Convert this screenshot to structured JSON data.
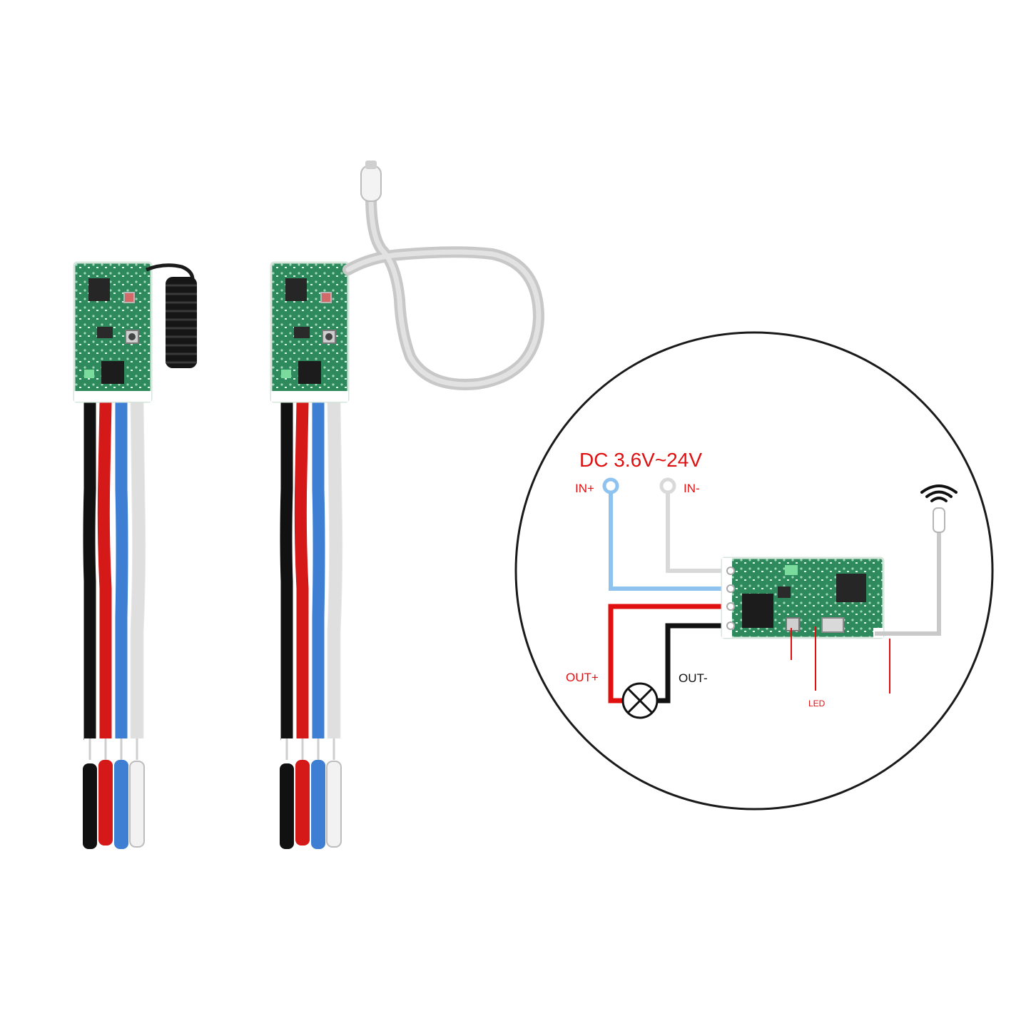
{
  "diagram": {
    "supply_label": "DC 3.6V~24V",
    "in_plus_label": "IN+",
    "in_minus_label": "IN-",
    "out_plus_label": "OUT+",
    "out_minus_label": "OUT-",
    "led_label": "LED"
  },
  "colors": {
    "pcb": "#1f7a4d",
    "pcb_light": "#7fc8a0",
    "wire_black": "#1a1a1a",
    "wire_red": "#e01010",
    "wire_blue": "#3f7fd8",
    "wire_white": "#f4f4f4",
    "diagram_blue": "#8ec3f0",
    "diagram_grey": "#d9d9d9",
    "label_red": "#e01010",
    "antenna_grey": "#c9c9c9"
  },
  "modules": [
    {
      "name": "module-spring-antenna",
      "antenna": "spring-coil"
    },
    {
      "name": "module-wire-antenna",
      "antenna": "looped-wire"
    }
  ]
}
